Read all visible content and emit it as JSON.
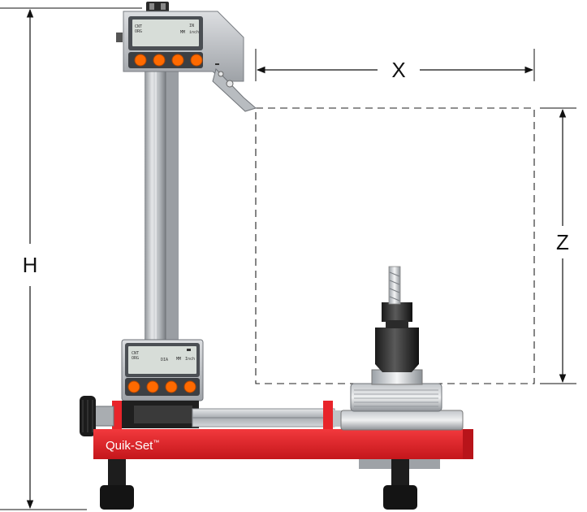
{
  "dimensions": {
    "height_label": "H",
    "width_label": "X",
    "depth_label": "Z"
  },
  "brand": {
    "name": "Quik-Set",
    "mark": "™"
  },
  "top_display": {
    "line1": "CNT",
    "line2": "ORG",
    "unit_mm": "MM",
    "unit_inch": "inch",
    "marker": "IN",
    "buttons": [
      "",
      "",
      "",
      ""
    ]
  },
  "bottom_display": {
    "line1": "CNT",
    "line2": "ORG",
    "mode": "DIA",
    "unit_mm": "MM",
    "unit_inch": "Inch",
    "buttons": [
      "",
      "",
      "",
      ""
    ]
  },
  "colors": {
    "base_red": "#e8242a",
    "dimension_line": "#111111",
    "display_body": "#c9cbce",
    "lcd": "#d7ddd8",
    "button": "#ff6a00"
  }
}
